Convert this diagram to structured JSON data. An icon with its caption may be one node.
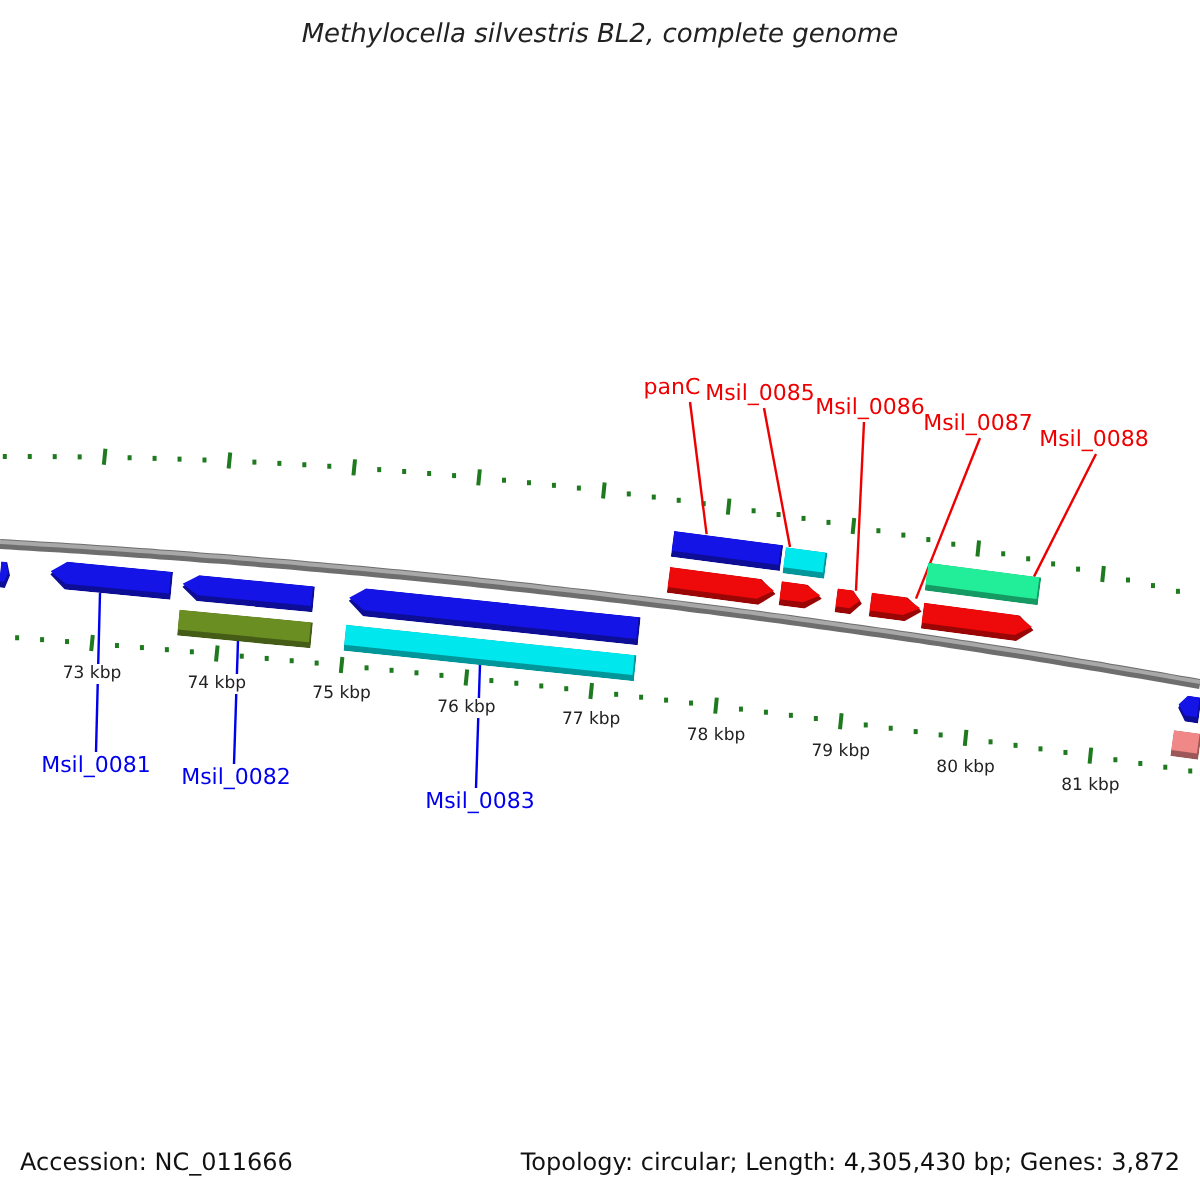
{
  "diagram": {
    "title": "Methylocella silvestris BL2, complete genome",
    "nodes": [
      {
        "text": [
          "panC"
        ]
      },
      {
        "text": [
          "Msil_0085"
        ]
      },
      {
        "text": [
          "Msil_0086"
        ]
      },
      {
        "text": [
          "Msil_0087"
        ]
      },
      {
        "text": [
          "Msil_0088"
        ]
      },
      {
        "text": [
          "Msil_0081"
        ]
      },
      {
        "text": [
          "Msil_0082"
        ]
      },
      {
        "text": [
          "Msil_0083"
        ]
      },
      {
        "text": [],
        "shape": "arrow"
      },
      {
        "text": [],
        "shape": "arrow"
      },
      {
        "text": [],
        "shape": "arrow"
      },
      {
        "text": [],
        "shape": "bar"
      },
      {
        "text": [],
        "shape": "arrow"
      },
      {
        "text": [],
        "shape": "bar"
      },
      {
        "text": [],
        "shape": "arrow"
      },
      {
        "text": [],
        "shape": "bar"
      },
      {
        "text": [],
        "shape": "arrow"
      },
      {
        "text": [],
        "shape": "bar"
      },
      {
        "text": [],
        "shape": "arrow"
      },
      {
        "text": [],
        "shape": "arrow"
      },
      {
        "text": [],
        "shape": "bar"
      },
      {
        "text": [],
        "shape": "arrow"
      },
      {
        "text": [],
        "shape": "arrow"
      },
      {
        "text": [],
        "shape": "bar"
      }
    ],
    "edges": [
      {
        "from": 0,
        "to": 15,
        "arrow": "none"
      },
      {
        "from": 1,
        "to": 17,
        "arrow": "none"
      },
      {
        "from": 2,
        "to": 18,
        "arrow": "none"
      },
      {
        "from": 3,
        "to": 19,
        "arrow": "none"
      },
      {
        "from": 4,
        "to": 20,
        "arrow": "none"
      },
      {
        "from": 5,
        "to": 9,
        "arrow": "none",
        "color": "#0000ee"
      },
      {
        "from": 6,
        "to": 11,
        "arrow": "none",
        "color": "#0000ee"
      },
      {
        "from": 7,
        "to": 13,
        "arrow": "none",
        "color": "#0000ee"
      }
    ],
    "labels": [
      "73 kbp",
      "74 kbp",
      "75 kbp",
      "76 kbp",
      "77 kbp",
      "78 kbp",
      "79 kbp",
      "80 kbp",
      "81 kbp",
      "Accession: NC_011666",
      "Topology: circular; Length: 4,305,430 bp; Genes: 3,872"
    ]
  }
}
